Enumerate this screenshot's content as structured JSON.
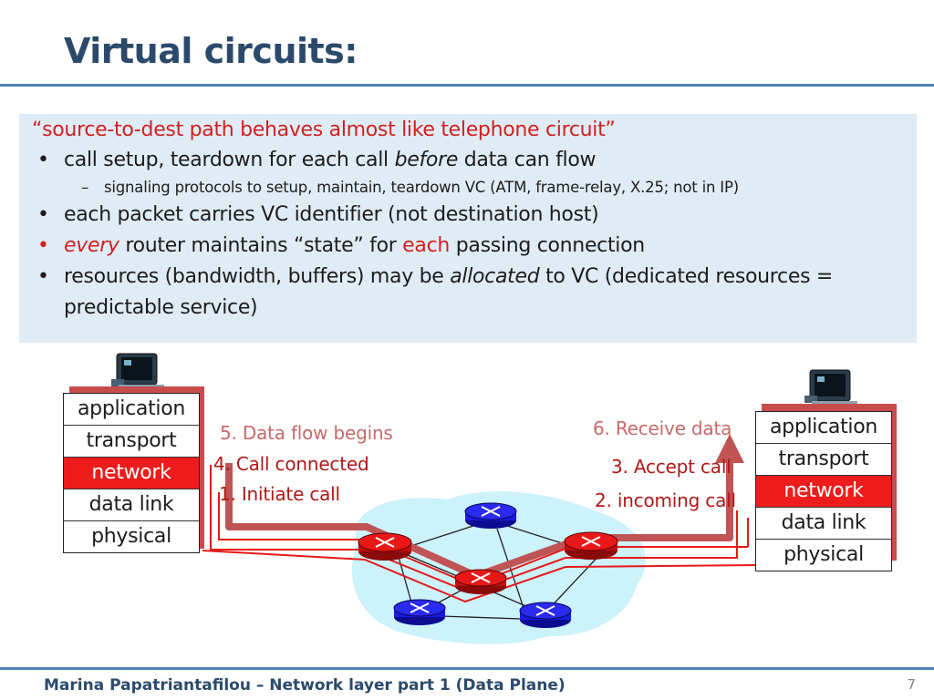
{
  "slide": {
    "title": "Virtual circuits:",
    "quote": "“source-to-dest path behaves almost like telephone circuit”",
    "bullets": {
      "b1_a": "call setup, teardown for each call ",
      "b1_b": "before",
      "b1_c": " data can flow",
      "sub1": "signaling protocols to setup, maintain,  teardown VC (ATM, frame-relay, X.25; not in IP)",
      "b2": "each packet carries VC identifier (not destination host)",
      "b3_a": "every",
      "b3_b": " router maintains “state” for ",
      "b3_c": "each",
      "b3_d": " passing connection",
      "b4_a": "resources (bandwidth, buffers) may be ",
      "b4_b": "allocated",
      "b4_c": " to VC (dedicated resources =",
      "b4_d": "predictable service)"
    }
  },
  "diagram": {
    "left_stack": [
      "application",
      "transport",
      "network",
      "data link",
      "physical"
    ],
    "right_stack": [
      "application",
      "transport",
      "network",
      "data link",
      "physical"
    ],
    "steps": {
      "s1": "1. Initiate call",
      "s2": "2. incoming call",
      "s3": "3. Accept call",
      "s4": "4. Call connected",
      "s5": "5. Data flow begins",
      "s6": "6. Receive data"
    },
    "colors": {
      "active_router": "#e81818",
      "idle_router": "#1a1ae0",
      "network_cloud": "#ccf2fc",
      "vc_path": "#c05454"
    }
  },
  "footer": {
    "author": "Marina Papatriantafilou –  Network layer part 1 (Data Plane)",
    "page": "7"
  }
}
